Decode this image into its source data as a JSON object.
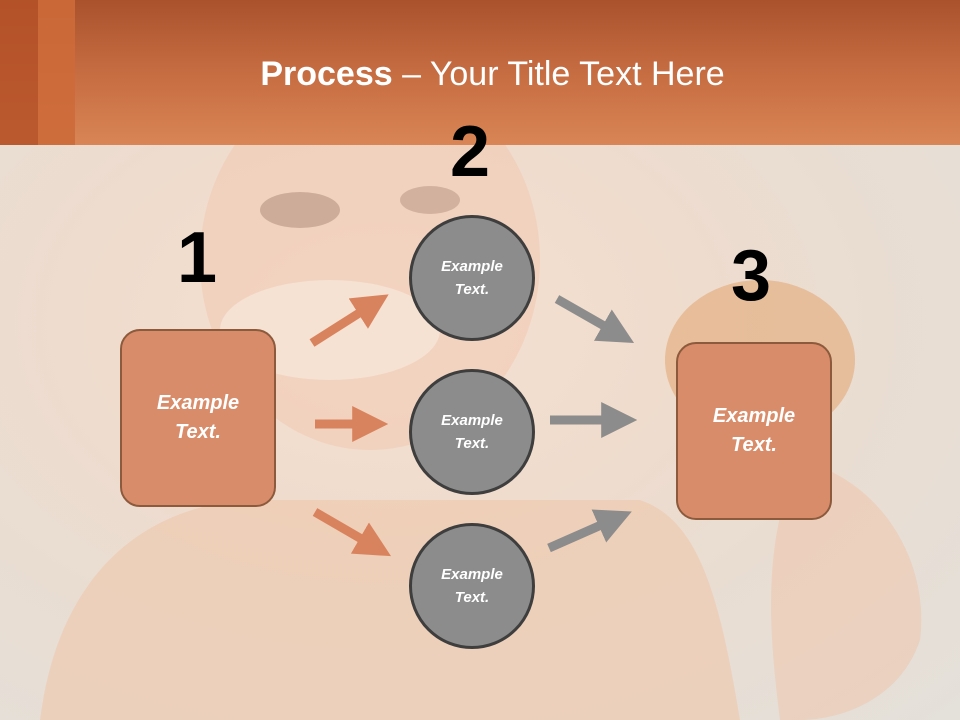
{
  "slide": {
    "title_bold": "Process",
    "title_rest": " – Your Title Text Here"
  },
  "steps": {
    "step1_number": "1",
    "step2_number": "2",
    "step3_number": "3"
  },
  "nodes": {
    "left_box": "Example\nText.",
    "circle_top": "Example\nText.",
    "circle_middle": "Example\nText.",
    "circle_bottom": "Example\nText.",
    "right_box": "Example\nText."
  },
  "colors": {
    "header": "#c46a40",
    "box_fill": "#d98c6a",
    "circle_fill": "#8c8c8c",
    "orange_arrow": "#d9835e",
    "gray_arrow": "#8c8c8c"
  }
}
